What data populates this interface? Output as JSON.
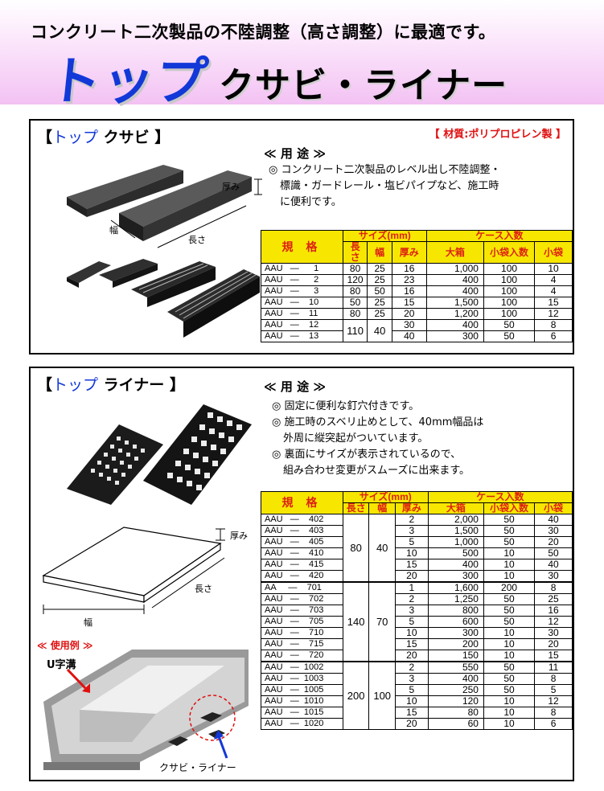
{
  "header": {
    "subtitle": "コンクリート二次製品の不陸調整（高さ調整）に最適です。",
    "brand": "トップ",
    "product": "クサビ・ライナー"
  },
  "kusabi": {
    "title_open": "【",
    "title_brand": "トップ",
    "title_name": " クサビ ",
    "title_close": "】",
    "material": "【 材質:ポリプロピレン製 】",
    "usage_heading": "≪ 用 途 ≫",
    "usage_lines": [
      "◎ コンクリート二次製品のレベル出し不陸調整・",
      "標識・ガードレール・塩ビパイプなど、施工時",
      "に便利です。"
    ],
    "labels": {
      "thickness": "厚み",
      "width": "幅",
      "length": "長さ"
    },
    "table_header": {
      "spec": "規 格",
      "size": "サイズ(mm)",
      "case": "ケース入数",
      "length": "長さ",
      "width": "幅",
      "thickness": "厚み",
      "large": "大箱",
      "small_count": "小袋入数",
      "small": "小袋"
    },
    "rows": [
      {
        "code": "AAU   —      1",
        "len": "80",
        "wid": "25",
        "thk": "16",
        "large": "1,000",
        "sc": "100",
        "small": "10"
      },
      {
        "code": "AAU   —      2",
        "len": "120",
        "wid": "25",
        "thk": "23",
        "large": "400",
        "sc": "100",
        "small": "4"
      },
      {
        "code": "AAU   —      3",
        "len": "80",
        "wid": "50",
        "thk": "16",
        "large": "400",
        "sc": "100",
        "small": "4"
      },
      {
        "code": "AAU   —    10",
        "len": "50",
        "wid": "25",
        "thk": "15",
        "large": "1,500",
        "sc": "100",
        "small": "15"
      },
      {
        "code": "AAU   —    11",
        "len": "80",
        "wid": "25",
        "thk": "20",
        "large": "1,200",
        "sc": "100",
        "small": "12"
      },
      {
        "code": "AAU   —    12",
        "len": "110",
        "wid": "40",
        "thk": "30",
        "large": "400",
        "sc": "50",
        "small": "8"
      },
      {
        "code": "AAU   —    13",
        "len": "",
        "wid": "",
        "thk": "40",
        "large": "300",
        "sc": "50",
        "small": "6"
      }
    ]
  },
  "liner": {
    "title_open": "【",
    "title_brand": "トップ",
    "title_name": " ライナー ",
    "title_close": "】",
    "usage_heading": "≪ 用 途 ≫",
    "usage_lines": [
      "◎ 固定に便利な釘穴付きです。",
      "◎ 施工時のスベリ止めとして、40mm幅品は",
      "外周に縦突起がついています。",
      "◎ 裏面にサイズが表示されているので、",
      "組み合わせ変更がスムーズに出来ます。"
    ],
    "labels": {
      "thickness": "厚み",
      "length": "長さ",
      "width": "幅",
      "usecase": "≪ 使用例 ≫",
      "ditch": "U字溝",
      "liner": "クサビ・ライナー"
    },
    "table_header": {
      "spec": "規 格",
      "size": "サイズ(mm)",
      "case": "ケース入数",
      "length": "長さ",
      "width": "幅",
      "thickness": "厚み",
      "large": "大箱",
      "small_count": "小袋入数",
      "small": "小袋"
    },
    "groups": [
      {
        "len": "80",
        "wid": "40",
        "rows": [
          {
            "code": "AAU   —    402",
            "thk": "2",
            "large": "2,000",
            "sc": "50",
            "small": "40"
          },
          {
            "code": "AAU   —    403",
            "thk": "3",
            "large": "1,500",
            "sc": "50",
            "small": "30"
          },
          {
            "code": "AAU   —    405",
            "thk": "5",
            "large": "1,000",
            "sc": "50",
            "small": "20"
          },
          {
            "code": "AAU   —    410",
            "thk": "10",
            "large": "500",
            "sc": "10",
            "small": "50"
          },
          {
            "code": "AAU   —    415",
            "thk": "15",
            "large": "400",
            "sc": "10",
            "small": "40"
          },
          {
            "code": "AAU   —    420",
            "thk": "20",
            "large": "300",
            "sc": "10",
            "small": "30"
          }
        ]
      },
      {
        "len": "140",
        "wid": "70",
        "rows": [
          {
            "code": "AA     —    701",
            "thk": "1",
            "large": "1,600",
            "sc": "200",
            "small": "8"
          },
          {
            "code": "AAU   —    702",
            "thk": "2",
            "large": "1,250",
            "sc": "50",
            "small": "25"
          },
          {
            "code": "AAU   —    703",
            "thk": "3",
            "large": "800",
            "sc": "50",
            "small": "16"
          },
          {
            "code": "AAU   —    705",
            "thk": "5",
            "large": "600",
            "sc": "50",
            "small": "12"
          },
          {
            "code": "AAU   —    710",
            "thk": "10",
            "large": "300",
            "sc": "10",
            "small": "30"
          },
          {
            "code": "AAU   —    715",
            "thk": "15",
            "large": "200",
            "sc": "10",
            "small": "20"
          },
          {
            "code": "AAU   —    720",
            "thk": "20",
            "large": "150",
            "sc": "10",
            "small": "15"
          }
        ]
      },
      {
        "len": "200",
        "wid": "100",
        "rows": [
          {
            "code": "AAU   —  1002",
            "thk": "2",
            "large": "550",
            "sc": "50",
            "small": "11"
          },
          {
            "code": "AAU   —  1003",
            "thk": "3",
            "large": "400",
            "sc": "50",
            "small": "8"
          },
          {
            "code": "AAU   —  1005",
            "thk": "5",
            "large": "250",
            "sc": "50",
            "small": "5"
          },
          {
            "code": "AAU   —  1010",
            "thk": "10",
            "large": "120",
            "sc": "10",
            "small": "12"
          },
          {
            "code": "AAU   —  1015",
            "thk": "15",
            "large": "80",
            "sc": "10",
            "small": "8"
          },
          {
            "code": "AAU   —  1020",
            "thk": "20",
            "large": "60",
            "sc": "10",
            "small": "6"
          }
        ]
      }
    ]
  },
  "colors": {
    "brand_blue": "#1238d8",
    "header_yellow": "#f7e700",
    "header_red": "#dd1111"
  }
}
